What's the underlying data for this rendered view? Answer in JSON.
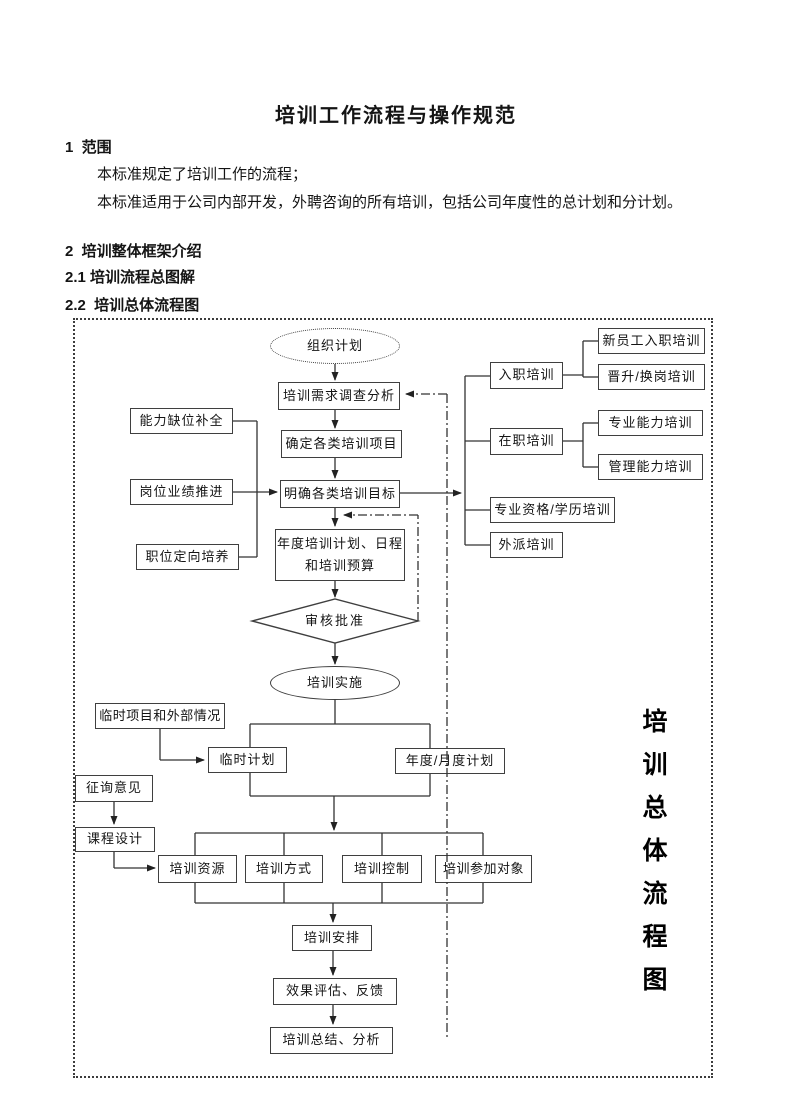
{
  "document": {
    "title": "培训工作流程与操作规范",
    "section1": {
      "heading": "1  范围",
      "body1": "本标准规定了培训工作的流程；",
      "body2": "本标准适用于公司内部开发，外聘咨询的所有培训，包括公司年度性的总计划和分计划。"
    },
    "section2": {
      "heading": "2  培训整体框架介绍",
      "sub1": "2.1 培训流程总图解",
      "sub2": "2.2  培训总体流程图"
    }
  },
  "flowchart": {
    "side_label": "培训总体流程图",
    "nodes": {
      "org_plan": "组织计划",
      "needs_analysis": "培训需求调查分析",
      "define_projects": "确定各类培训项目",
      "clarify_goals": "明确各类培训目标",
      "annual_plan_l1": "年度培训计划、日程",
      "annual_plan_l2": "和培训预算",
      "review_approve": "审核批准",
      "implementation": "培训实施",
      "gap_fill": "能力缺位补全",
      "perf_drive": "岗位业绩推进",
      "career_dev": "职位定向培养",
      "onboarding": "入职培训",
      "new_employee": "新员工入职培训",
      "promotion_transfer": "晋升/换岗培训",
      "on_job": "在职培训",
      "professional_skill": "专业能力培训",
      "management_skill": "管理能力培训",
      "qualification": "专业资格/学历培训",
      "expatriate": "外派培训",
      "temp_external": "临时项目和外部情况",
      "temp_plan": "临时计划",
      "annual_monthly_plan": "年度/月度计划",
      "consult_opinion": "征询意见",
      "course_design": "课程设计",
      "resources": "培训资源",
      "methods": "培训方式",
      "control": "培训控制",
      "participants": "培训参加对象",
      "arrangement": "培训安排",
      "evaluation": "效果评估、反馈",
      "summary": "培训总结、分析"
    }
  }
}
